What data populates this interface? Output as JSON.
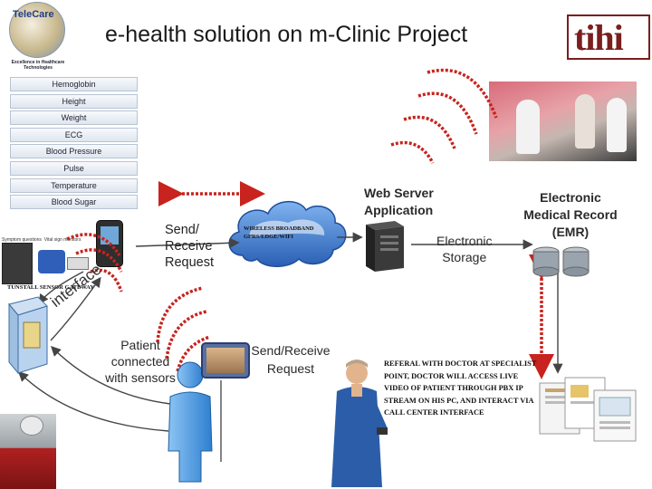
{
  "title": "e-health solution on m-Clinic Project",
  "logo_left": {
    "brand": "TeleCare",
    "tagline": "Excellence in Healthcare Technologies"
  },
  "logo_right": {
    "text": "tihi"
  },
  "measurements": [
    {
      "label": "Hemoglobin"
    },
    {
      "label": "Height"
    },
    {
      "label": "Weight"
    },
    {
      "label": "ECG"
    },
    {
      "label": "Blood Pressure"
    },
    {
      "label": "Pulse"
    },
    {
      "label": "Temperature"
    },
    {
      "label": "Blood Sugar"
    }
  ],
  "device_panel": {
    "caption_a": "Symptom questions",
    "caption_b": "Vital sign monitors"
  },
  "gateway_label": "TUNSTALL SENSOR GATEWAY",
  "cloud_lines": {
    "line1": "WIRELESS BROADBAND",
    "line2": "GPRS/EDGE/WIFI"
  },
  "labels": {
    "send_receive_top": [
      "Send/",
      "Receive",
      "Request"
    ],
    "web_server": [
      "Web Server",
      "Application"
    ],
    "emr": [
      "Electronic",
      "Medical Record",
      "(EMR)"
    ],
    "storage": [
      "Electronic",
      "Storage"
    ],
    "interface": "interface",
    "patient": [
      "Patient",
      "connected",
      "with sensors"
    ],
    "send_receive_bottom": [
      "Send/Receive",
      "Request"
    ]
  },
  "referral_lines": [
    "REFERAL WITH DOCTOR AT SPECIALIST",
    "POINT, DOCTOR WILL ACCESS LIVE",
    "VIDEO OF PATIENT THROUGH PBX IP",
    "STREAM ON HIS PC, AND INTERACT VIA",
    "CALL CENTER INTERFACE"
  ],
  "colors": {
    "wave_red": "#c8231e",
    "arrow_gray": "#444444",
    "arrow_red": "#c8231e",
    "cloud": "#3d73c8",
    "person_blue": "#4f9be0",
    "logo_maroon": "#7a1e1e"
  }
}
